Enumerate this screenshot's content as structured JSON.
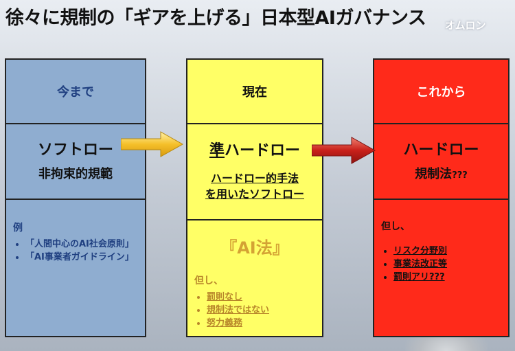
{
  "title": "徐々に規制の「ギアを上げる」日本型AIガバナンス",
  "logo_text": "オムロン",
  "colors": {
    "blue": "#8fadd0",
    "blue_text": "#1f3f80",
    "yellow": "#ffff66",
    "red": "#ff2a1a",
    "red_text": "#ffffff",
    "arrow_yellow": "#f5c02a",
    "arrow_red": "#c8201a"
  },
  "columns": [
    {
      "header": "今まで",
      "main": "ソフトロー",
      "sub": "非拘束的規範",
      "example_label": "例",
      "examples": [
        "「人間中心のAI社会原則」",
        "「AI事業者ガイドライン」"
      ]
    },
    {
      "header": "現在",
      "main_prefix": "準",
      "main_rest": "ハードロー",
      "sub_line1": "ハードロー的手法",
      "sub_line2": "を用いたソフトロー",
      "law": "『AI法』",
      "note_label": "但し、",
      "notes": [
        "罰則なし",
        "規制法ではない",
        "努力義務"
      ]
    },
    {
      "header": "これから",
      "main": "ハードロー",
      "sub": "規制法",
      "sub_suffix": "???",
      "note_label": "但し、",
      "notes": [
        "リスク分野別",
        "事業法改正等",
        "罰則アリ???"
      ]
    }
  ],
  "icons": [
    "arrow-right-yellow-icon",
    "arrow-right-red-icon"
  ]
}
